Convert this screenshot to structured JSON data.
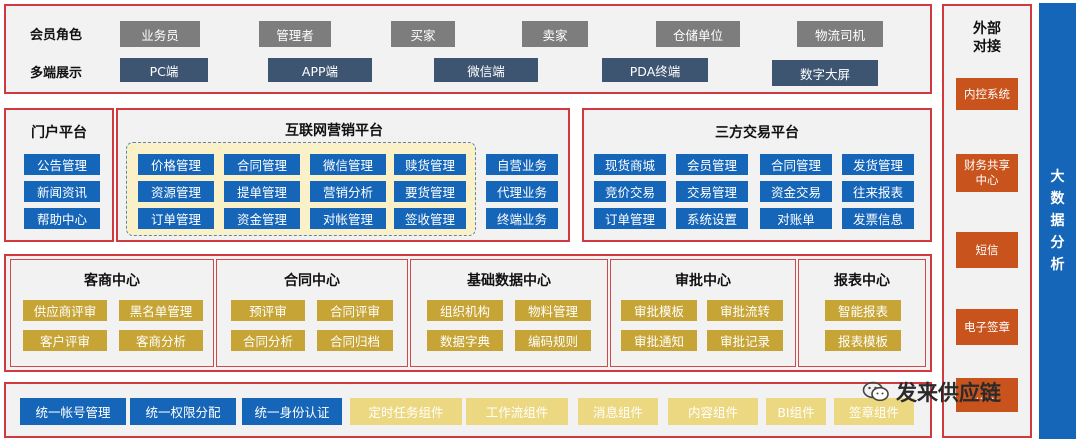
{
  "member": {
    "role_label": "会员角色",
    "display_label": "多端展示",
    "roles": [
      "业务员",
      "管理者",
      "买家",
      "卖家",
      "仓储单位",
      "物流司机"
    ],
    "displays": [
      "PC端",
      "APP端",
      "微信端",
      "PDA终端",
      "数字大屏"
    ]
  },
  "external": {
    "title": "外部\n对接",
    "items": [
      "内控系统",
      "财务共享\n中心",
      "短信",
      "电子签章",
      "……"
    ]
  },
  "bigdata": {
    "label": "大\n数\n据\n分\n析"
  },
  "portal": {
    "title": "门户平台",
    "items": [
      "公告管理",
      "新闻资讯",
      "帮助中心"
    ]
  },
  "internet": {
    "title": "互联网营销平台",
    "grid": [
      "价格管理",
      "合同管理",
      "微信管理",
      "赎货管理",
      "资源管理",
      "提单管理",
      "营销分析",
      "要货管理",
      "订单管理",
      "资金管理",
      "对帐管理",
      "签收管理"
    ],
    "side": [
      "自营业务",
      "代理业务",
      "终端业务"
    ]
  },
  "third": {
    "title": "三方交易平台",
    "grid": [
      "现货商城",
      "会员管理",
      "合同管理",
      "发货管理",
      "竞价交易",
      "交易管理",
      "资金交易",
      "往来报表",
      "订单管理",
      "系统设置",
      "对账单",
      "发票信息"
    ]
  },
  "merchant": {
    "title": "客商中心",
    "items": [
      "供应商评审",
      "黑名单管理",
      "客户评审",
      "客商分析"
    ]
  },
  "contract": {
    "title": "合同中心",
    "items": [
      "预评审",
      "合同评审",
      "合同分析",
      "合同归档"
    ]
  },
  "basedata": {
    "title": "基础数据中心",
    "items": [
      "组织机构",
      "物料管理",
      "数据字典",
      "编码规则"
    ]
  },
  "approval": {
    "title": "审批中心",
    "items": [
      "审批模板",
      "审批流转",
      "审批通知",
      "审批记录"
    ]
  },
  "report": {
    "title": "报表中心",
    "items": [
      "智能报表",
      "报表模板"
    ]
  },
  "bottom": {
    "blue": [
      "统一帐号管理",
      "统一权限分配",
      "统一身份认证"
    ],
    "yellow": [
      "定时任务组件",
      "工作流组件",
      "消息组件",
      "内容组件",
      "BI组件",
      "签章组件"
    ]
  },
  "watermark": {
    "text": "发来供应链"
  },
  "colors": {
    "frame": "#d0393e",
    "gray_tag": "#7d7d7d",
    "dark_tag": "#3e5572",
    "blue_tag": "#1565b8",
    "gold_tag": "#c6a435",
    "light_gold_tag": "#edd882",
    "orange_tag": "#c9531c"
  }
}
